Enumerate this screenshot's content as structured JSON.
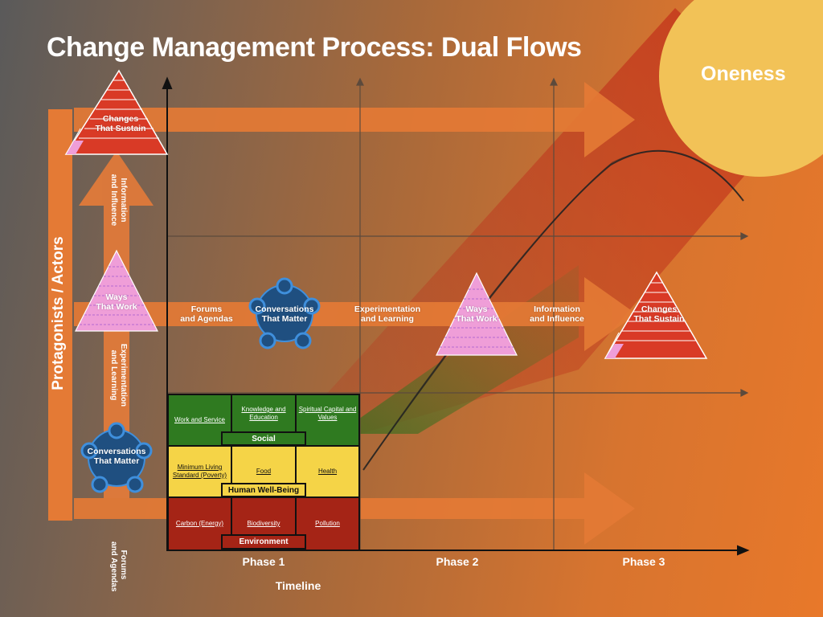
{
  "title": "Change Management Process: Dual Flows",
  "oneness": "Oneness",
  "y_axis_label": "Protagonists / Actors",
  "x_axis_label": "Timeline",
  "phases": [
    "Phase 1",
    "Phase 2",
    "Phase 3"
  ],
  "vertical_flow": {
    "top_label_1": "Information",
    "top_label_2": "and Influence",
    "mid_label_1": "Experimentation",
    "mid_label_2": "and Learning",
    "bottom_label_1": "Forums",
    "bottom_label_2": "and Agendas"
  },
  "horizontal_flow": {
    "forums_1": "Forums",
    "forums_2": "and Agendas",
    "experimentation_1": "Experimentation",
    "experimentation_2": "and Learning",
    "information_1": "Information",
    "information_2": "and Influence"
  },
  "symbols": {
    "changes_1": "Changes",
    "changes_2": "That Sustain",
    "ways_1": "Ways",
    "ways_2": "That Work",
    "conversations_1": "Conversations",
    "conversations_2": "That Matter"
  },
  "grid": {
    "social": {
      "label": "Social",
      "cells": [
        "Work and Service",
        "Knowledge and Education",
        "Spiritual Capital and Values"
      ]
    },
    "wellbeing": {
      "label": "Human Well-Being",
      "cells": [
        "Minimum Living Standard (Poverty)",
        "Food",
        "Health"
      ]
    },
    "environment": {
      "label": "Environment",
      "cells": [
        "Carbon (Energy)",
        "Biodiversity",
        "Pollution"
      ]
    }
  },
  "colors": {
    "orange_arrow": "#e47a35",
    "pink": "#ef9ed8",
    "red": "#d93a26",
    "conversation_blue": "#1f4f80",
    "social_green": "#2f7a20",
    "wellbeing_yellow": "#f5d447",
    "environment_red": "#a52416",
    "sun_yellow": "#f2c257"
  }
}
